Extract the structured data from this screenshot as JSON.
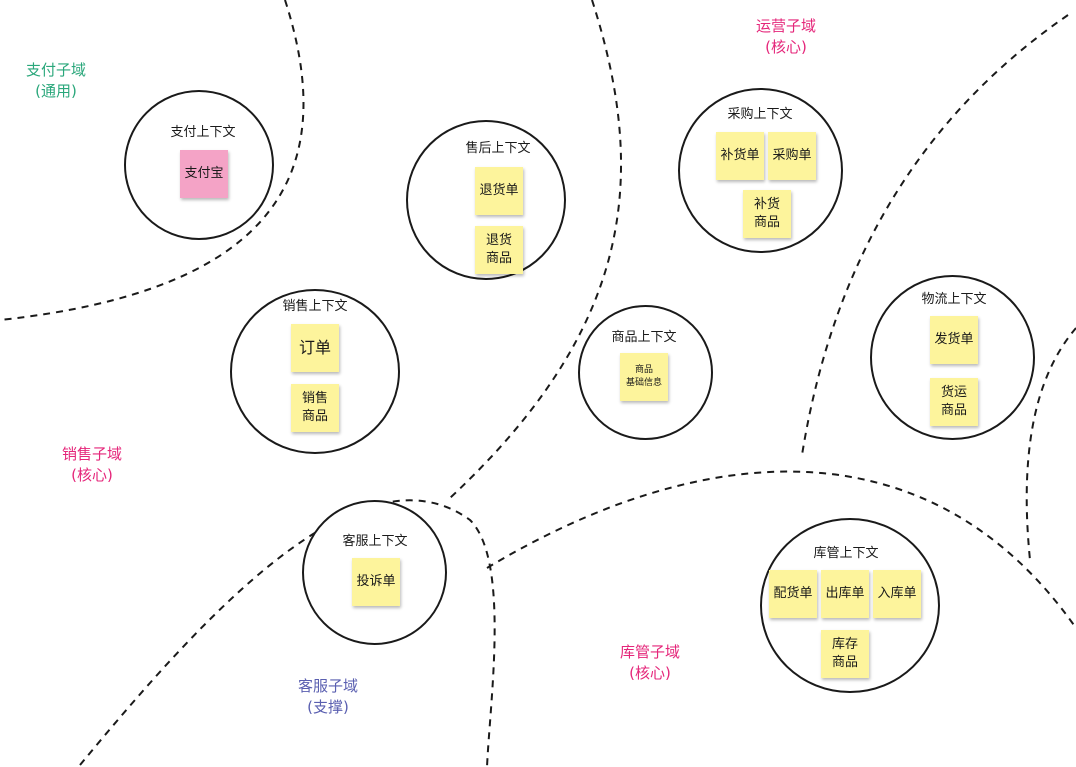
{
  "colors": {
    "stroke": "#1a1a1a",
    "sticky_yellow": "#fdf49c",
    "sticky_pink": "#f4a3c6",
    "domain_payment": "#2aa77b",
    "domain_core": "#e5267a",
    "domain_support": "#5a5fb0"
  },
  "domains": {
    "payment": {
      "name": "支付子域",
      "type": "(通用)"
    },
    "operations": {
      "name": "运营子域",
      "type": "(核心)"
    },
    "sales": {
      "name": "销售子域",
      "type": "(核心)"
    },
    "customer_service": {
      "name": "客服子域",
      "type": "(支撑)"
    },
    "inventory": {
      "name": "库管子域",
      "type": "(核心)"
    }
  },
  "contexts": {
    "payment": {
      "title": "支付上下文",
      "notes": [
        "支付宝"
      ]
    },
    "after_sales": {
      "title": "售后上下文",
      "notes": [
        "退货单",
        "退货\n商品"
      ]
    },
    "purchasing": {
      "title": "采购上下文",
      "notes": [
        "补货单",
        "采购单",
        "补货\n商品"
      ]
    },
    "sales": {
      "title": "销售上下文",
      "notes": [
        "订单",
        "销售\n商品"
      ]
    },
    "product": {
      "title": "商品上下文",
      "notes": [
        "商品\n基础信息"
      ]
    },
    "logistics": {
      "title": "物流上下文",
      "notes": [
        "发货单",
        "货运\n商品"
      ]
    },
    "customer_service": {
      "title": "客服上下文",
      "notes": [
        "投诉单"
      ]
    },
    "inventory": {
      "title": "库管上下文",
      "notes": [
        "配货单",
        "出库单",
        "入库单",
        "库存\n商品"
      ]
    }
  }
}
